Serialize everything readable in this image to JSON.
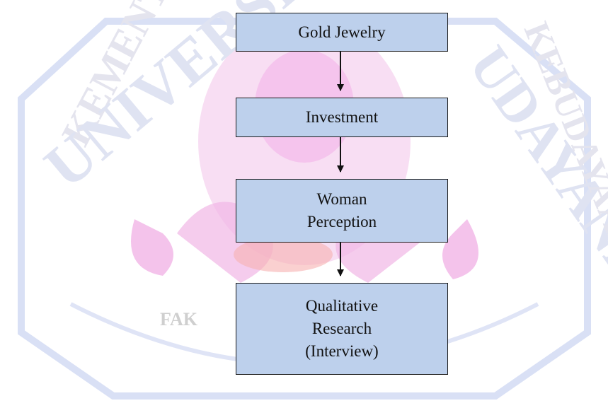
{
  "watermark": {
    "university_arc": "UNIVERSITAS",
    "university_arc_right": "UDAYANA",
    "ministry": "KEMENTERIAN",
    "ministry_right": "KEBUDAYAAN",
    "faculty": "FAK",
    "colors": {
      "blue": "#d4dbf3",
      "pink": "#f3c4ea",
      "magenta": "#ee86dd",
      "red": "#f7a6a6"
    }
  },
  "flowchart": {
    "nodes": [
      {
        "id": "gold-jewelry",
        "label": "Gold Jewelry"
      },
      {
        "id": "investment",
        "label": "Investment"
      },
      {
        "id": "woman-perception",
        "label": "Woman\nPerception"
      },
      {
        "id": "qualitative-research",
        "label": "Qualitative\nResearch\n(Interview)"
      }
    ],
    "edges": [
      {
        "from": "gold-jewelry",
        "to": "investment"
      },
      {
        "from": "investment",
        "to": "woman-perception"
      },
      {
        "from": "woman-perception",
        "to": "qualitative-research"
      }
    ],
    "colors": {
      "box_fill": "#bdd0ec",
      "box_border": "#1a1a1a",
      "arrow": "#111111"
    }
  }
}
